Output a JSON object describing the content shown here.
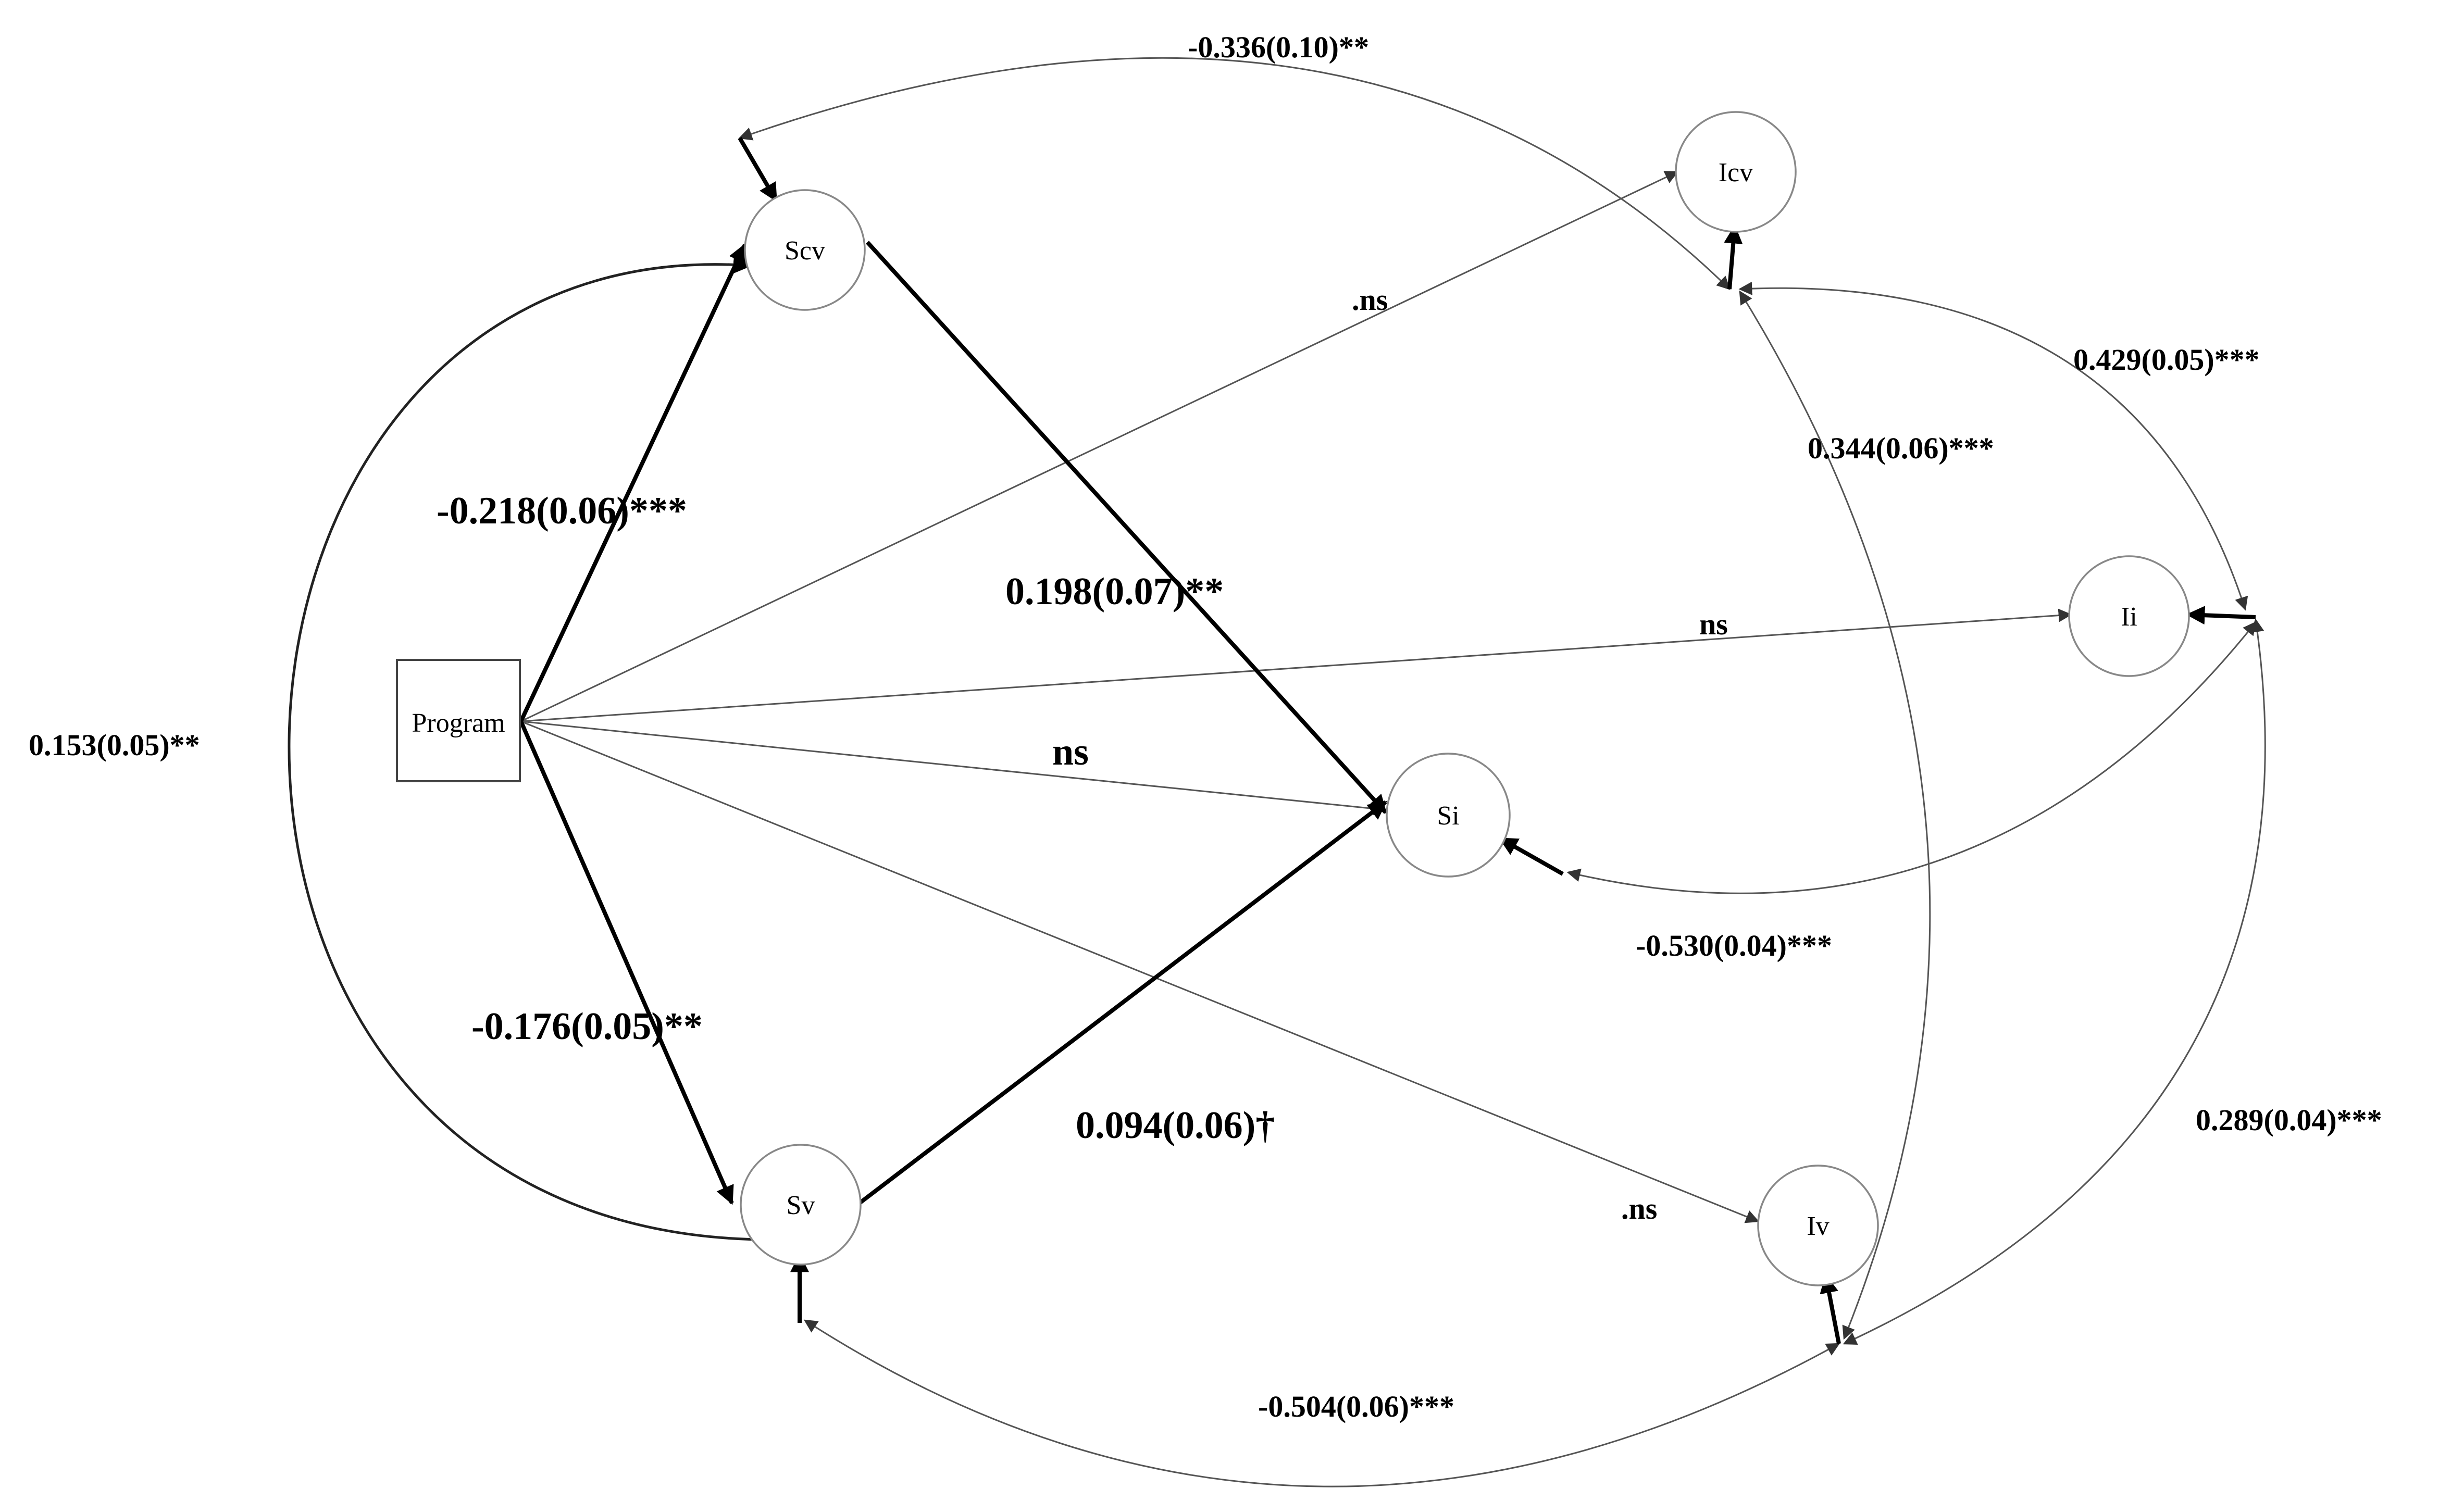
{
  "nodes": {
    "program": "Program",
    "scv": "Scv",
    "sv": "Sv",
    "si": "Si",
    "icv": "Icv",
    "ii": "Ii",
    "iv": "Iv"
  },
  "paths": {
    "program_scv": "-0.218(0.06)***",
    "program_sv": "-0.176(0.05)**",
    "scv_si": "0.198(0.07)**",
    "sv_si": "0.094(0.06)†",
    "program_si": "ns",
    "program_icv": ".ns",
    "program_ii": "ns",
    "program_iv": ".ns"
  },
  "covariances": {
    "scv_sv": "0.153(0.05)**",
    "scv_icv": "-0.336(0.10)**",
    "icv_ii": "0.429(0.05)***",
    "icv_iv": "0.344(0.06)***",
    "si_ii": "-0.530(0.04)***",
    "ii_iv": "0.289(0.04)***",
    "sv_iv": "-0.504(0.06)***"
  }
}
